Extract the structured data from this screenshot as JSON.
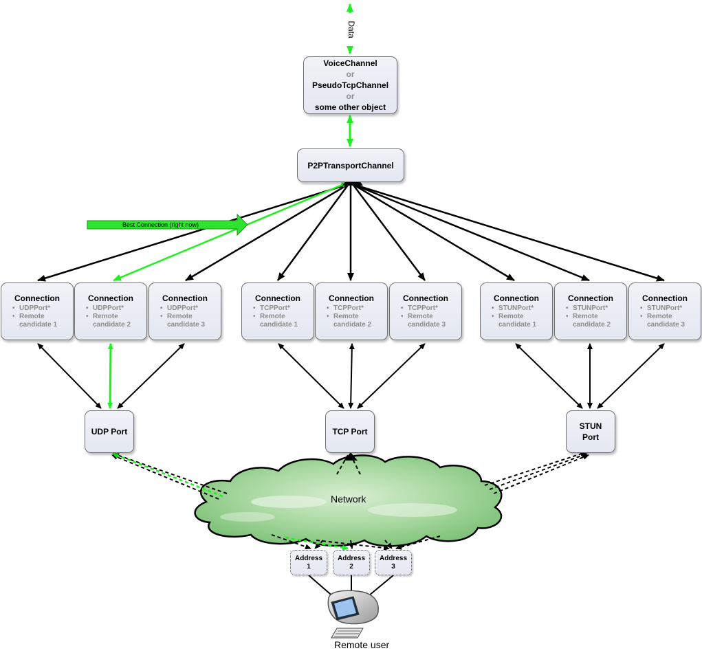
{
  "top_label": "Data",
  "channel_box": {
    "line1": "VoiceChannel",
    "or1": "or",
    "line2": "PseudoTcpChannel",
    "or2": "or",
    "line3": "some other object"
  },
  "transport_channel": "P2PTransportChannel",
  "best_connection_label": "Best Connection (right now)",
  "connections": [
    {
      "title": "Connection",
      "port": "UDPPort*",
      "remote": "Remote",
      "candidate": "candidate 1"
    },
    {
      "title": "Connection",
      "port": "UDPPort*",
      "remote": "Remote",
      "candidate": "candidate 2"
    },
    {
      "title": "Connection",
      "port": "UDPPort*",
      "remote": "Remote",
      "candidate": "candidate 3"
    },
    {
      "title": "Connection",
      "port": "TCPPort*",
      "remote": "Remote",
      "candidate": "candidate 1"
    },
    {
      "title": "Connection",
      "port": "TCPPort*",
      "remote": "Remote",
      "candidate": "candidate 2"
    },
    {
      "title": "Connection",
      "port": "TCPPort*",
      "remote": "Remote",
      "candidate": "candidate 3"
    },
    {
      "title": "Connection",
      "port": "STUNPort*",
      "remote": "Remote",
      "candidate": "candidate 1"
    },
    {
      "title": "Connection",
      "port": "STUNPort*",
      "remote": "Remote",
      "candidate": "candidate 2"
    },
    {
      "title": "Connection",
      "port": "STUNPort*",
      "remote": "Remote",
      "candidate": "candidate 3"
    }
  ],
  "ports": {
    "udp": "UDP Port",
    "tcp": "TCP Port",
    "stun_line1": "STUN",
    "stun_line2": "Port"
  },
  "network_label": "Network",
  "addresses": [
    {
      "line1": "Address",
      "line2": "1"
    },
    {
      "line1": "Address",
      "line2": "2"
    },
    {
      "line1": "Address",
      "line2": "3"
    }
  ],
  "remote_user_label": "Remote user",
  "colors": {
    "highlight": "#1ef01e",
    "line": "#000000",
    "cloud": "#9fd39a",
    "box_fill": "#e8ebf2"
  }
}
